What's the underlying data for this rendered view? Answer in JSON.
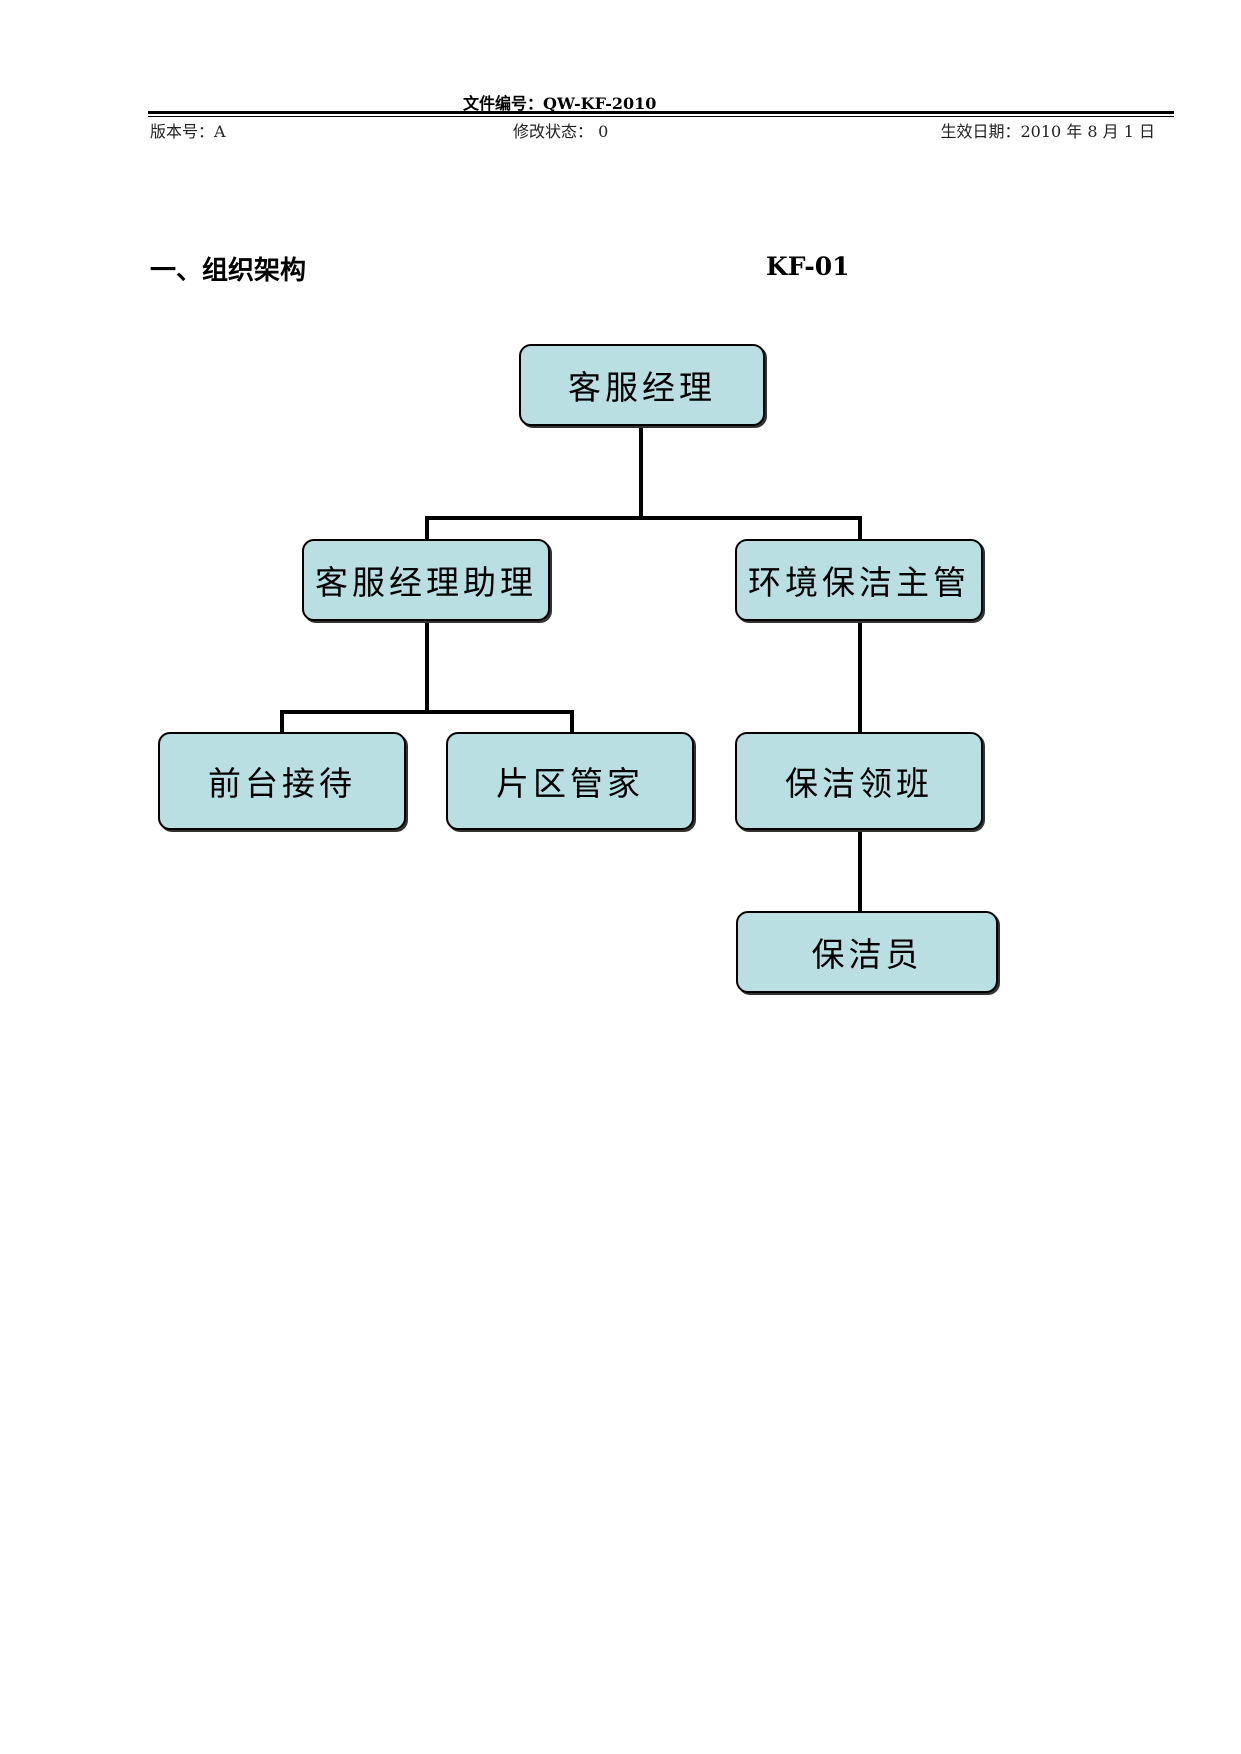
{
  "header": {
    "doc_number": "文件编号：QW-KF-2010",
    "version": "版本号：A",
    "revision": "修改状态：   0",
    "effective_date": "生效日期：2010 年 8 月 1 日"
  },
  "section": {
    "title": "一、组织架构",
    "code": "KF-01"
  },
  "org_chart": {
    "root": "客服经理",
    "level2_left": "客服经理助理",
    "level2_right": "环境保洁主管",
    "level3_front_desk": "前台接待",
    "level3_district_butler": "片区管家",
    "level3_cleaning_lead": "保洁领班",
    "level4_cleaner": "保洁员"
  }
}
